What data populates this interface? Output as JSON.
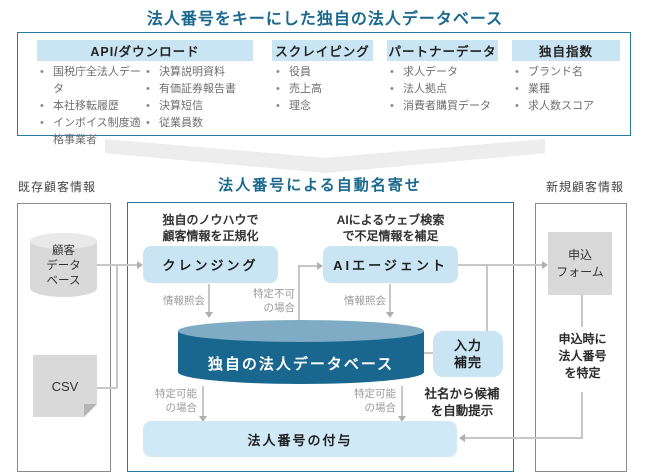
{
  "colors": {
    "title_teal": "#19688e",
    "border_teal": "#2779a2",
    "light_blue": "#c9e5f3",
    "pale_blue": "#cfe9f6",
    "db_body": "#19678f",
    "db_top": "#7fabc4",
    "gray_fill": "#d9d9d9",
    "line": "#c7c7c7",
    "arrow": "#b0b0b0",
    "label_gray": "#9a9a9a"
  },
  "top": {
    "title": "法人番号をキーにした独自の法人データベース",
    "bullet_char": "•",
    "headers": {
      "api": "API/ダウンロード",
      "scraping": "スクレイピング",
      "partner": "パートナーデータ",
      "original": "独自指数"
    },
    "bullets": {
      "api_col1": [
        "国税庁全法人データ",
        "本社移転履歴",
        "インボイス制度適格事業者"
      ],
      "api_col2": [
        "決算説明資料",
        "有価証券報告書",
        "決算短信",
        "従業員数"
      ],
      "scraping": [
        "役員",
        "売上高",
        "理念"
      ],
      "partner": [
        "求人データ",
        "法人拠点",
        "消費者購買データ"
      ],
      "original": [
        "ブランド名",
        "業種",
        "求人数スコア"
      ]
    }
  },
  "flow": {
    "section_title": "法人番号による自動名寄せ",
    "left_label": "既存顧客情報",
    "right_label": "新規顧客情報",
    "customer_db": "顧客\nデータ\nベース",
    "csv": "CSV",
    "cleansing_note": "独自のノウハウで\n顧客情報を正規化",
    "ai_note": "AIによるウェブ検索\nで不足情報を補足",
    "cleansing": "クレンジング",
    "ai_agent": "AIエージェント",
    "database": "独自の法人データベース",
    "input_completion": "入力\n補完",
    "input_note": "社名から候補\nを自動提示",
    "assign_number": "法人番号の付与",
    "apply_form": "申込\nフォーム",
    "apply_note": "申込時に\n法人番号\nを特定",
    "edge_labels": {
      "inquiry1": "情報照会",
      "not_identified": "特定不可\nの場合",
      "inquiry2": "情報照会",
      "identified1": "特定可能\nの場合",
      "identified2": "特定可能\nの場合"
    }
  }
}
